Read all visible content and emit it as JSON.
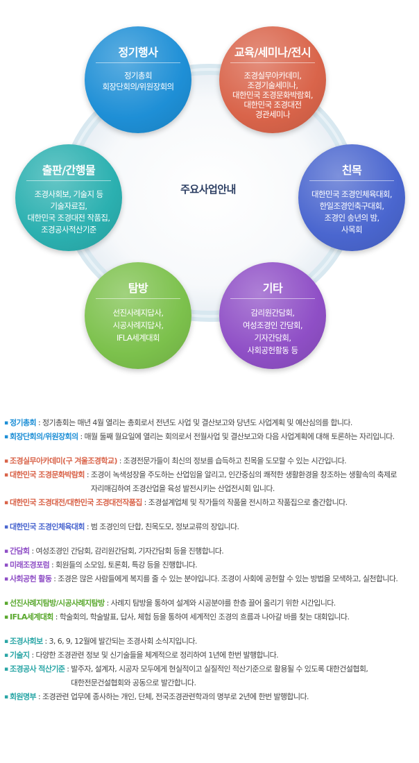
{
  "diagram": {
    "center_title": "주요사업안내",
    "circles": [
      {
        "title": "정기행사",
        "lines": [
          "정기총회",
          "회장단회의/위원장회의"
        ],
        "color": "#1e8fd6"
      },
      {
        "title": "교육/세미나/전시",
        "lines": [
          "조경실무아카데미,",
          "조경기술세미나,",
          "대한민국 조경문화박람회,",
          "대한민국 조경대전",
          "경관세미나"
        ],
        "color": "#d9644a"
      },
      {
        "title": "출판/간행물",
        "lines": [
          "조경사회보, 기술지 등",
          "기술자료집,",
          "대한민국 조경대전 작품집,",
          "조경공사적산기준"
        ],
        "color": "#2bb0b0"
      },
      {
        "title": "친목",
        "lines": [
          "대한민국 조경인체육대회,",
          "한일조경인축구대회,",
          "조경인 송년의 밤,",
          "사목회"
        ],
        "color": "#4a66cf"
      },
      {
        "title": "탐방",
        "lines": [
          "선진사례지답사,",
          "시공사례지답사,",
          "IFLA세계대회"
        ],
        "color": "#7cc14c"
      },
      {
        "title": "기타",
        "lines": [
          "감리원간담회,",
          "여성조경인 간담회,",
          "기자간담회,",
          "사회공헌활동 등"
        ],
        "color": "#8f4fc6"
      }
    ]
  },
  "descriptions": [
    {
      "color": "#1e8fd6",
      "items": [
        {
          "term": "정기총회",
          "lines": [
            "정기총회는 매년 4월 열리는 총회로서 전년도 사업 및 결산보고와 당년도 사업계획 및 예산심의를 합니다."
          ]
        },
        {
          "term": "회장단회의/위원장회의",
          "lines": [
            "매월 둘째 월요일에 열리는 회의로서 전월사업 및 결산보고와 다음 사업계획에 대해 토론하는 자리입니다."
          ]
        }
      ]
    },
    {
      "color": "#d9644a",
      "items": [
        {
          "term": "조경실무아카데미(구 겨울조경학교)",
          "lines": [
            "조경전문가들이 최신의 정보를 습득하고 친목을 도모할 수 있는 시간입니다."
          ]
        },
        {
          "term": "대한민국 조경문화박람회",
          "lines": [
            "조경이 녹색성장을 주도하는 산업임을 알리고, 인간중심의 쾌적한 생활환경을 창조하는 생활속의 축제로",
            "자리매김하여 조경산업을 육성 발전시키는 산업전시회 입니다."
          ]
        },
        {
          "term": "대한민국 조경대전/대한민국 조경대전작품집",
          "lines": [
            "조경설계업체 및 작가들의 작품을 전시하고 작품집으로 출간합니다."
          ]
        }
      ]
    },
    {
      "color": "#4a66cf",
      "items": [
        {
          "term": "대한민국 조경인체육대회",
          "lines": [
            "범 조경인의 단합, 친목도모, 정보교류의 장입니다."
          ]
        }
      ]
    },
    {
      "color": "#8f4fc6",
      "items": [
        {
          "term": "간담회",
          "lines": [
            "여성조경인 간담회, 감리원간담회, 기자간담회 등을 진행합니다."
          ]
        },
        {
          "term": "미래조경포럼",
          "lines": [
            "회원들의 소모임, 토론회, 특강 등을 진행합니다."
          ]
        },
        {
          "term": "사회공헌 활동",
          "lines": [
            "조경은 많은 사람들에게 복지를 줄 수 있는 분야입니다. 조경이 사회에 공헌할 수 있는 방법을 모색하고, 실천합니다."
          ]
        }
      ]
    },
    {
      "color": "#5aa82e",
      "items": [
        {
          "term": "선진사례지탐방/시공사례지탐방",
          "lines": [
            "사례지 탐방을 통하여 설계와 시공분야를 한층 끌어 올리기 위한 시간입니다."
          ]
        },
        {
          "term": "IFLA세계대회",
          "lines": [
            "학술회의, 학술발표, 답사, 체험 등을 통하여 세계적인 조경의 흐름과 나아갈 바를 찾는 대회입니다."
          ]
        }
      ]
    },
    {
      "color": "#2aa6a6",
      "items": [
        {
          "term": "조경사회보",
          "lines": [
            "3, 6, 9, 12월에 발간되는 조경사회 소식지입니다."
          ]
        },
        {
          "term": "기술지",
          "lines": [
            "다양한 조경관련 정보 및 신기술들을 체계적으로 정리하여 1년에 한번 발행합니다."
          ]
        },
        {
          "term": "조경공사 적산기준",
          "lines": [
            "발주자, 설계자, 시공자 모두에게 현실적이고 실질적인 적산기준으로 활용될 수 있도록 대한건설협회,",
            "대한전문건설협회와 공동으로 발간합니다."
          ]
        },
        {
          "term": "회원명부",
          "lines": [
            "조경관련 업무에 종사하는 개인, 단체, 전국조경관련학과의 명부로 2년에 한번 발행합니다."
          ]
        }
      ]
    }
  ]
}
